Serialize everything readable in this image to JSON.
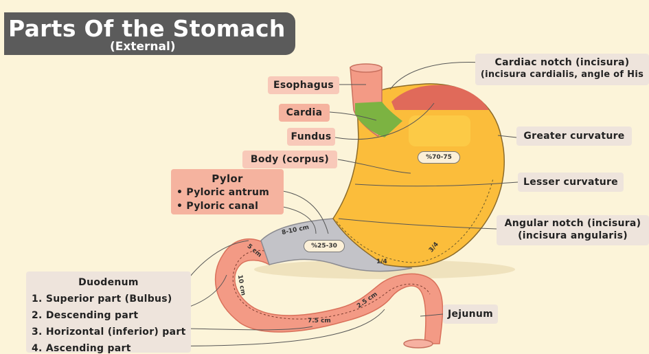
{
  "title": {
    "main": "Parts Of the Stomach",
    "sub": "(External)"
  },
  "labels": {
    "esophagus": "Esophagus",
    "cardia": "Cardia",
    "fundus": "Fundus",
    "body": "Body (corpus)",
    "cardiac_notch": [
      "Cardiac notch (incisura)",
      "(incisura cardialis, angle of His"
    ],
    "greater_curvature": "Greater curvature",
    "lesser_curvature": "Lesser curvature",
    "angular_notch": [
      "Angular notch (incisura)",
      "(incisura angularis)"
    ],
    "jejunum": "Jejunum"
  },
  "pylor": {
    "title": "Pylor",
    "items": [
      "• Pyloric antrum",
      "• Pyloric canal"
    ]
  },
  "duodenum": {
    "title": "Duodenum",
    "items": [
      {
        "num": "1.",
        "text": "Superior part (Bulbus)"
      },
      {
        "num": "2.",
        "text": "Descending part"
      },
      {
        "num": "3.",
        "text": "Horizontal (inferior) part"
      },
      {
        "num": "4.",
        "text": "Ascending part"
      }
    ]
  },
  "measurements": {
    "pct_body": "%70-75",
    "pct_pylor": "%25-30",
    "pylor_len": "8-10 cm",
    "bulbus_len": "5 cm",
    "descending_len": "10 cm",
    "horizontal_len": "7.5 cm",
    "ascending_len": "2.5 cm",
    "frac_quarter": "1/4",
    "frac_three_quarter": "3/4"
  },
  "colors": {
    "body": "#fbbd3b",
    "fundus": "#e06a5a",
    "cardia": "#7cb342",
    "pylor": "#c3c3c8",
    "duodenum": "#f39a85",
    "background": "#fcf4d9",
    "title_bg": "#5b5b5b"
  }
}
